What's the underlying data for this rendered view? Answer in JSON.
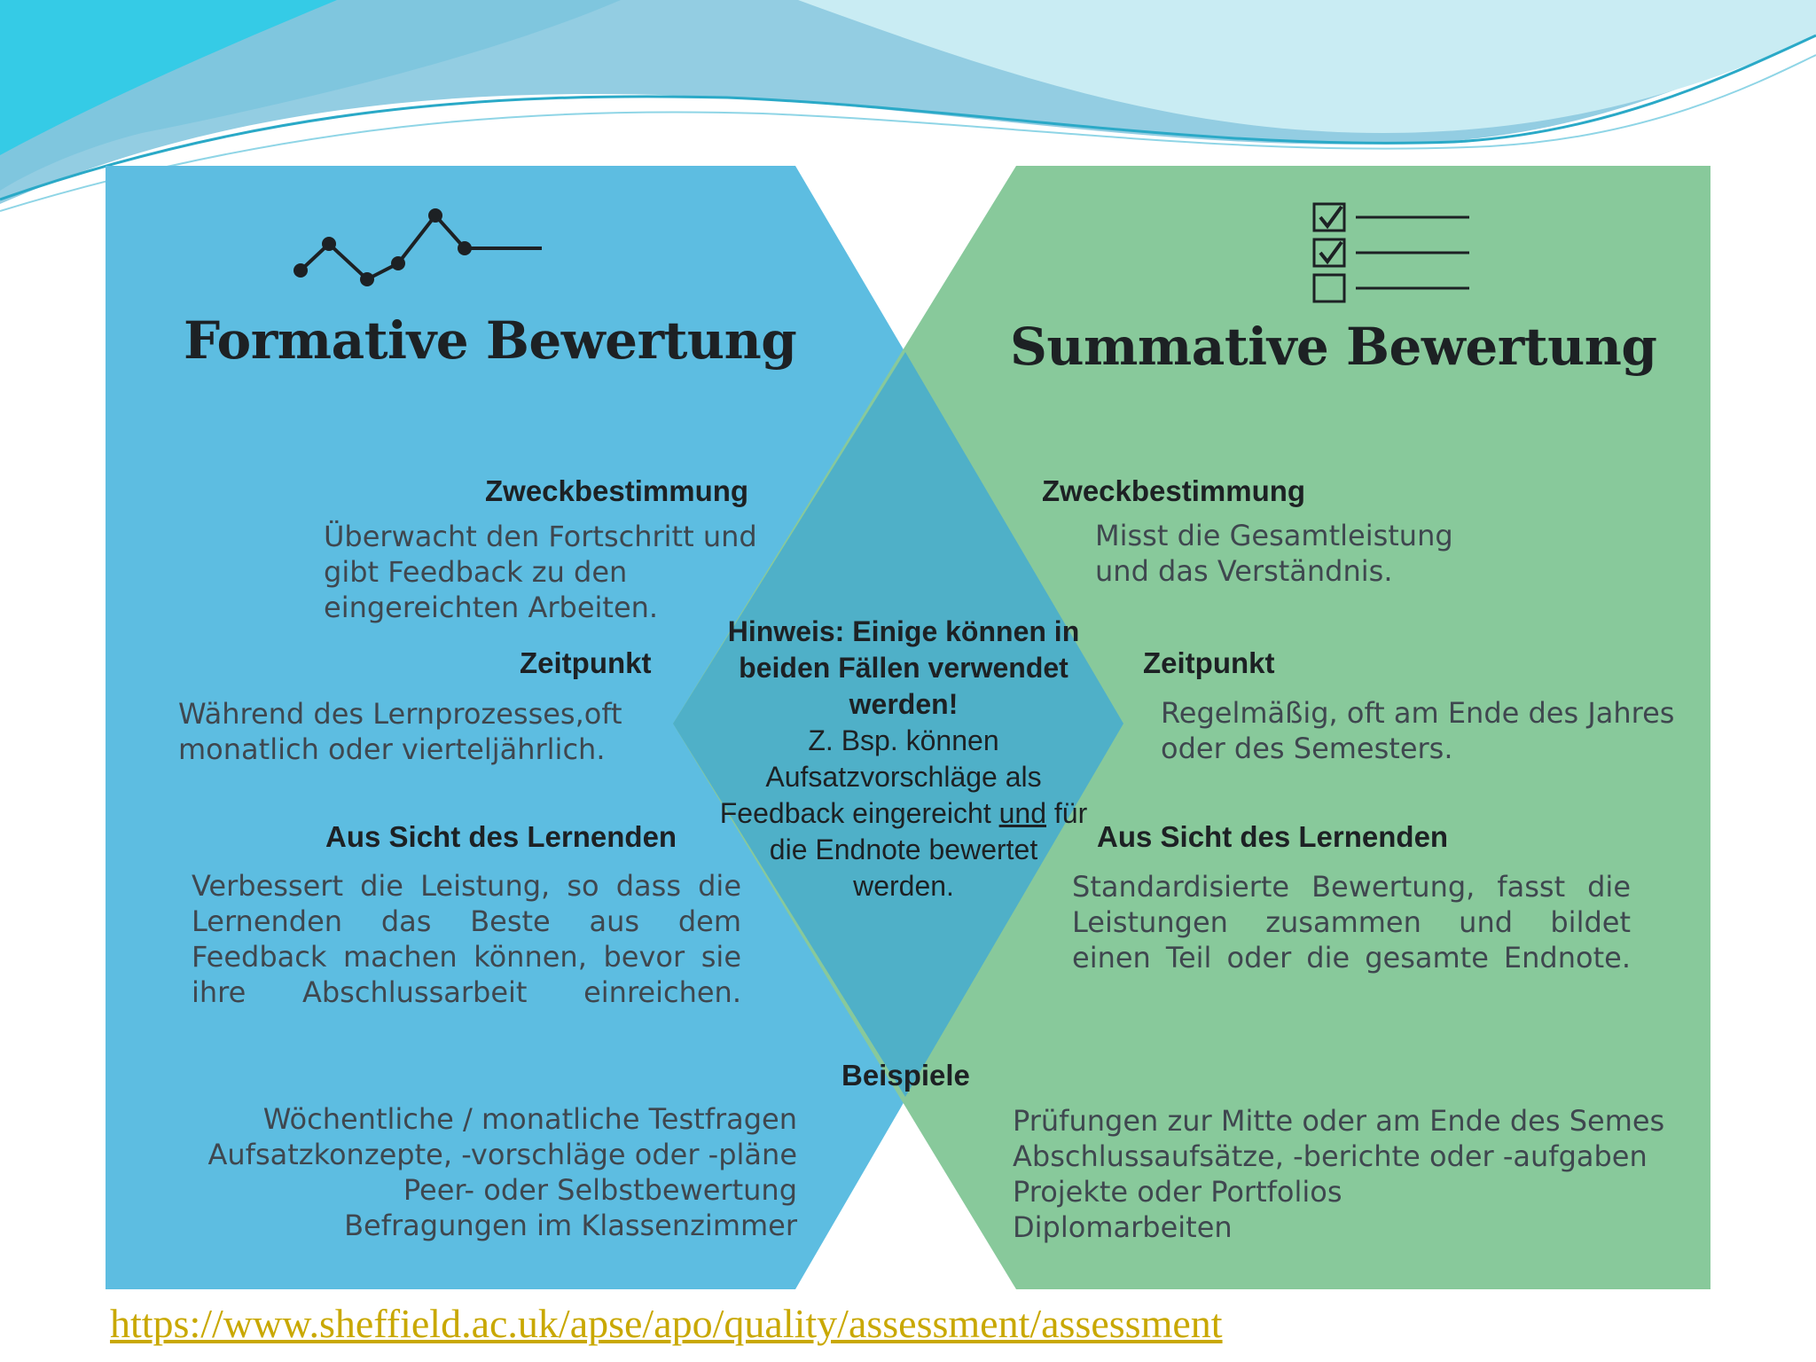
{
  "colors": {
    "formative_bg": "#5dbde1",
    "summative_bg": "#88c99b",
    "overlap": "#4fb0c8",
    "link": "#c9a800"
  },
  "icons": {
    "formative": "line-chart-icon",
    "summative": "checklist-icon"
  },
  "formative": {
    "title": "Formative Bewertung",
    "purpose_label": "Zweckbestimmung",
    "purpose_text": "Überwacht den Fortschritt und gibt Feedback zu den eingereichten Arbeiten.",
    "timing_label": "Zeitpunkt",
    "timing_text": "Während des Lernprozesses,oft monatlich oder vierteljährlich.",
    "learner_label": "Aus Sicht des Lernenden",
    "learner_text": "Verbessert die Leistung, so dass die Lernenden das Beste aus dem Feedback machen können, bevor sie ihre Abschlussarbeit einreichen.",
    "examples": [
      "Wöchentliche / monatliche Testfragen",
      "Aufsatzkonzepte, -vorschläge oder -pläne",
      "Peer- oder Selbstbewertung",
      "Befragungen im Klassenzimmer"
    ]
  },
  "summative": {
    "title": "Summative Bewertung",
    "purpose_label": "Zweckbestimmung",
    "purpose_text": "Misst die Gesamtleistung und das Verständnis.",
    "timing_label": "Zeitpunkt",
    "timing_text": "Regelmäßig, oft am Ende des Jahres oder des Semesters.",
    "learner_label": "Aus Sicht des Lernenden",
    "learner_text": "Standardisierte Bewertung, fasst die Leistungen zusammen und bildet einen Teil oder die gesamte Endnote.",
    "examples": [
      "Prüfungen zur Mitte oder am Ende des Semes",
      "Abschlussaufsätze, -berichte oder -aufgaben",
      "Projekte oder Portfolios",
      "Diplomarbeiten"
    ]
  },
  "note": {
    "bold": "Hinweis: Einige können in beiden Fällen verwendet werden!",
    "text_before": "Z. Bsp. können Aufsatzvorschläge als Feedback eingereicht",
    "underlined": "und",
    "text_after": "für die Endnote bewertet werden."
  },
  "examples_label": "Beispiele",
  "source_url": "https://www.sheffield.ac.uk/apse/apo/quality/assessment/assessment"
}
